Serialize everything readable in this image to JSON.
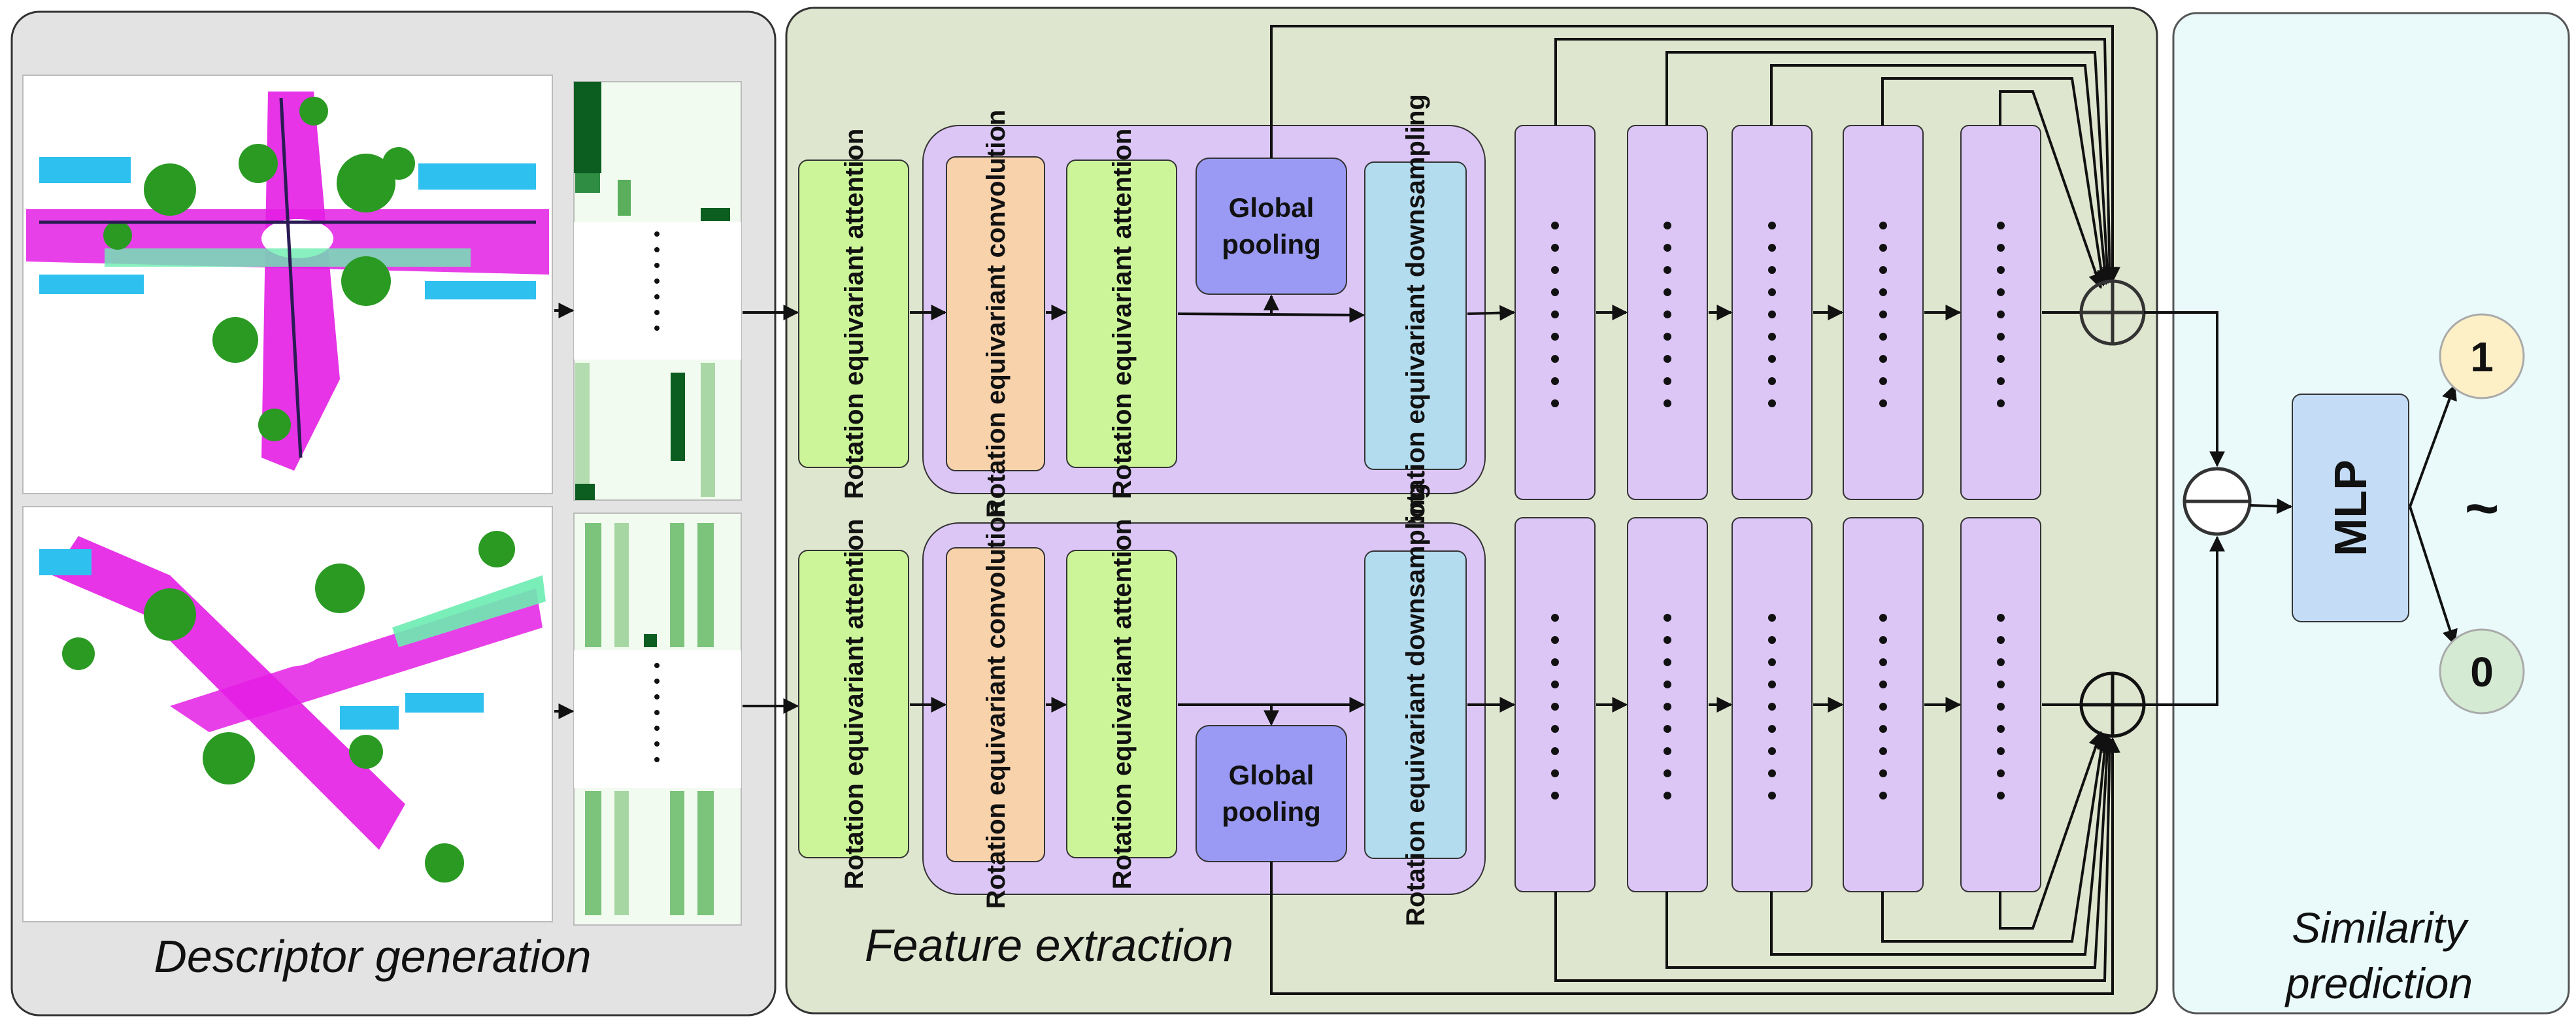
{
  "panels": {
    "descriptor": "Descriptor generation",
    "feature": "Feature extraction",
    "similarity_line1": "Similarity",
    "similarity_line2": "prediction"
  },
  "blocks": {
    "rot_attention": "Rotation equivariant attention",
    "rot_convolution": "Rotation equivariant convolution",
    "rot_downsampling": "Rotation equivariant downsampling",
    "global_pooling_line1": "Global",
    "global_pooling_line2": "pooling",
    "mlp": "MLP"
  },
  "outputs": {
    "positive": "1",
    "tilde": "~",
    "negative": "0"
  },
  "colors": {
    "attention": "#ccf59a",
    "convolution": "#f8d2aa",
    "downsampling": "#b4dcef",
    "pooling": "#9a9af4",
    "feature_block": "#dcc6f6",
    "group_bg": "#dcc6f6",
    "feature_panel": "#dfe6cf",
    "descriptor_panel": "#e3e3e3",
    "similarity_panel": "#eafafa",
    "mlp": "#c4dcf6",
    "out_one": "#fdefc6",
    "out_zero": "#d4ead2"
  }
}
